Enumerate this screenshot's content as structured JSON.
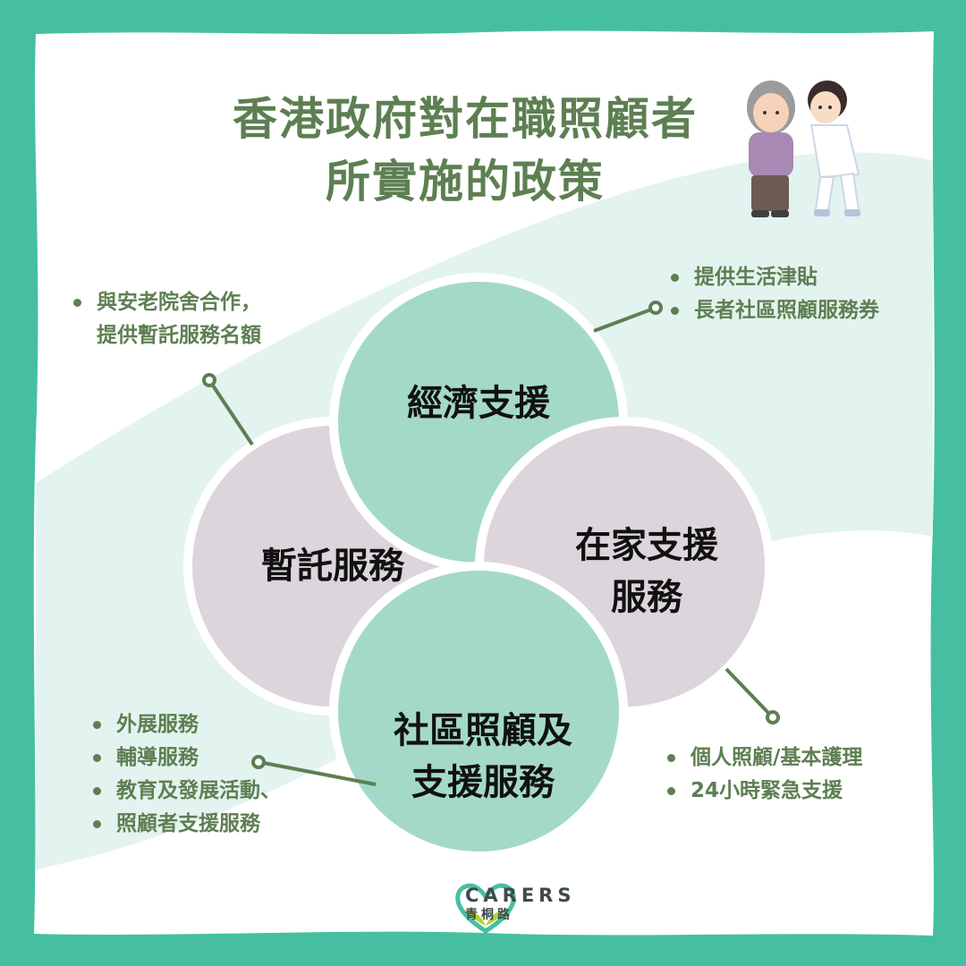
{
  "title_lines": [
    "香港政府對在職照顧者",
    "所實施的政策"
  ],
  "circles": {
    "economic": {
      "label": "經濟支援"
    },
    "respite": {
      "label": "暫託服務"
    },
    "home": {
      "label_lines": [
        "在家支援",
        "服務"
      ]
    },
    "community": {
      "label_lines": [
        "社區照顧及",
        "支援服務"
      ]
    }
  },
  "bullets": {
    "respite": [
      "與安老院舍合作，",
      "提供暫託服務名額"
    ],
    "economic": [
      "提供生活津貼",
      "長者社區照顧服務券"
    ],
    "community": [
      "外展服務",
      "輔導服務",
      "教育及發展活動、",
      "照顧者支援服務"
    ],
    "home": [
      "個人照顧/基本護理",
      "24小時緊急支援"
    ]
  },
  "logo": {
    "name": "CARERS",
    "sub": "青桐路"
  },
  "colors": {
    "frame": "#46bfa1",
    "paper": "#ffffff",
    "band": "#e3f3ef",
    "teal_circle": "#a4d9ca",
    "mauve_circle": "#dcd5dc",
    "text_green": "#5d7f52"
  }
}
